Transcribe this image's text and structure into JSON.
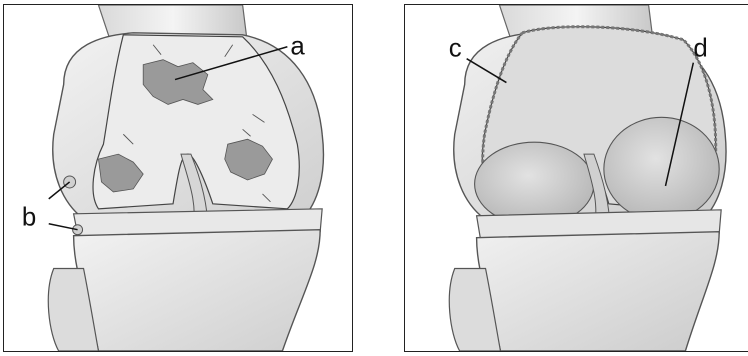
{
  "figure": {
    "left_panel": {
      "labels": [
        "a",
        "b"
      ]
    },
    "right_panel": {
      "labels": [
        "c",
        "d"
      ]
    }
  }
}
